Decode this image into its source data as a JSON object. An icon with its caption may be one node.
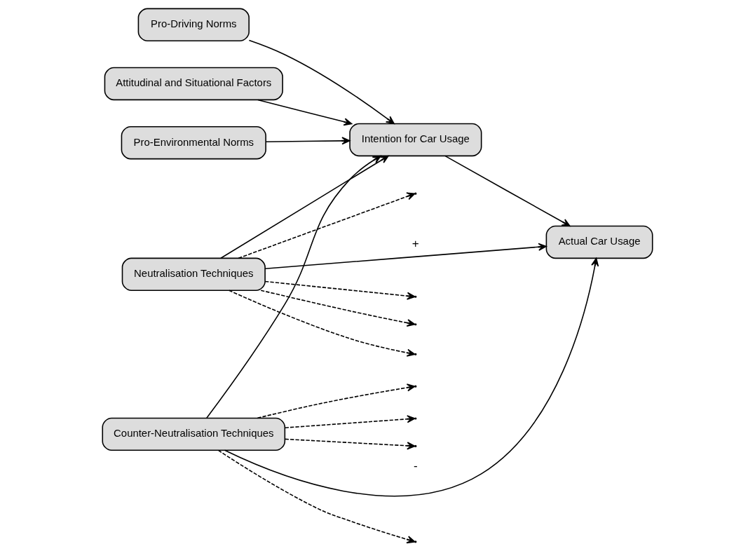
{
  "diagram": {
    "nodes": [
      {
        "text": [
          "Pro-Driving Norms"
        ]
      },
      {
        "text": [
          "Attitudinal and Situational Factors"
        ]
      },
      {
        "text": [
          "Pro-Environmental Norms"
        ]
      },
      {
        "text": [
          "Neutralisation Techniques"
        ]
      },
      {
        "text": [
          "Intention for Car Usage"
        ]
      },
      {
        "text": [
          "Counter-Neutralisation Techniques"
        ]
      },
      {
        "text": [
          "Actual Car Usage"
        ]
      }
    ],
    "edges": [
      {
        "from": 0,
        "to": 4,
        "arrow": "to"
      },
      {
        "from": 1,
        "to": 4,
        "arrow": "to"
      },
      {
        "from": 2,
        "to": 4,
        "arrow": "to"
      },
      {
        "from": 3,
        "to": 4,
        "arrow": "to"
      },
      {
        "from": 5,
        "to": 4,
        "arrow": "to"
      },
      {
        "from": 4,
        "to": 6,
        "arrow": "to"
      },
      {
        "from": 3,
        "to": 6,
        "arrow": "to",
        "label": "+"
      },
      {
        "from": 5,
        "to": 6,
        "arrow": "to",
        "label": "-"
      },
      {
        "from": 3,
        "to": null,
        "arrow": "to",
        "style": "dashed"
      },
      {
        "from": 3,
        "to": null,
        "arrow": "to",
        "style": "dashed"
      },
      {
        "from": 3,
        "to": null,
        "arrow": "to",
        "style": "dashed"
      },
      {
        "from": 5,
        "to": null,
        "arrow": "to",
        "style": "dashed"
      },
      {
        "from": 5,
        "to": null,
        "arrow": "to",
        "style": "dashed"
      },
      {
        "from": 5,
        "to": null,
        "arrow": "to",
        "style": "dashed"
      },
      {
        "from": 3,
        "to": null,
        "arrow": "to",
        "style": "dashed"
      },
      {
        "from": 5,
        "to": null,
        "arrow": "to",
        "style": "dashed"
      }
    ]
  }
}
